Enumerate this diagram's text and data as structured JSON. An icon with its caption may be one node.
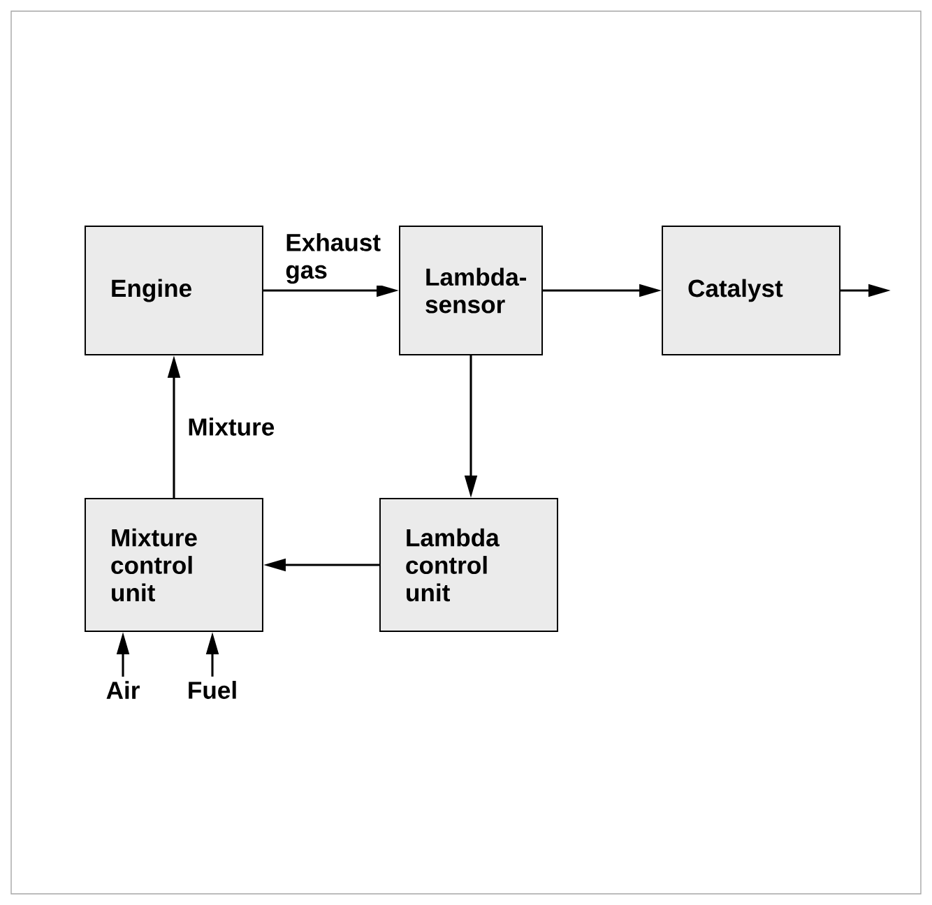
{
  "diagram": {
    "nodes": [
      {
        "text": [
          "Engine"
        ]
      },
      {
        "text": [
          "Lambda-sensor"
        ]
      },
      {
        "text": [
          "Catalyst"
        ]
      },
      {
        "text": [
          "Mixture control unit"
        ]
      },
      {
        "text": [
          "Lambda control unit"
        ]
      },
      {
        "text": [
          "Air"
        ]
      },
      {
        "text": [
          "Fuel"
        ]
      }
    ],
    "edges": [
      {
        "from": 0,
        "to": 1,
        "arrow": "to",
        "label": "Exhaust gas"
      },
      {
        "from": 1,
        "to": 2,
        "arrow": "to"
      },
      {
        "from": 2,
        "to": null,
        "arrow": "to"
      },
      {
        "from": 1,
        "to": 4,
        "arrow": "to"
      },
      {
        "from": 4,
        "to": 3,
        "arrow": "to"
      },
      {
        "from": 3,
        "to": 0,
        "arrow": "to",
        "label": "Mixture"
      },
      {
        "from": 5,
        "to": 3,
        "arrow": "to"
      },
      {
        "from": 6,
        "to": 3,
        "arrow": "to"
      }
    ]
  }
}
